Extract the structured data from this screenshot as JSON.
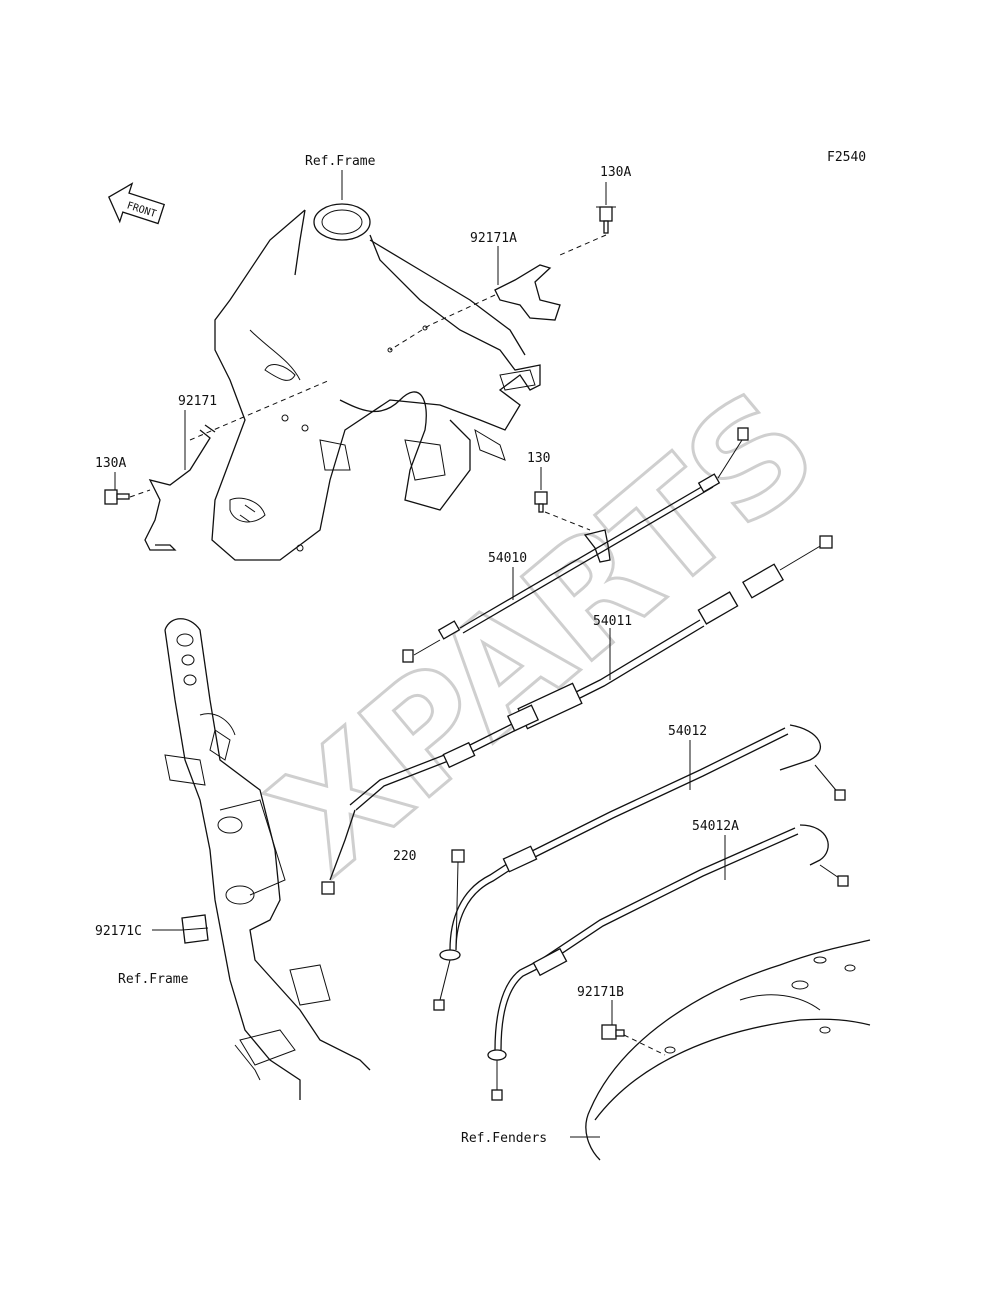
{
  "figure_id": "F2540",
  "watermark": "XPARTS",
  "front_arrow": "FRONT",
  "labels": {
    "ref_frame_top": "Ref.Frame",
    "ref_frame_bottom": "Ref.Frame",
    "ref_fenders": "Ref.Fenders",
    "p130a_top": "130A",
    "p130a_left": "130A",
    "p92171a": "92171A",
    "p92171": "92171",
    "p130": "130",
    "p54010": "54010",
    "p54011": "54011",
    "p54012": "54012",
    "p54012a": "54012A",
    "p220": "220",
    "p92171c": "92171C",
    "p92171b": "92171B"
  }
}
